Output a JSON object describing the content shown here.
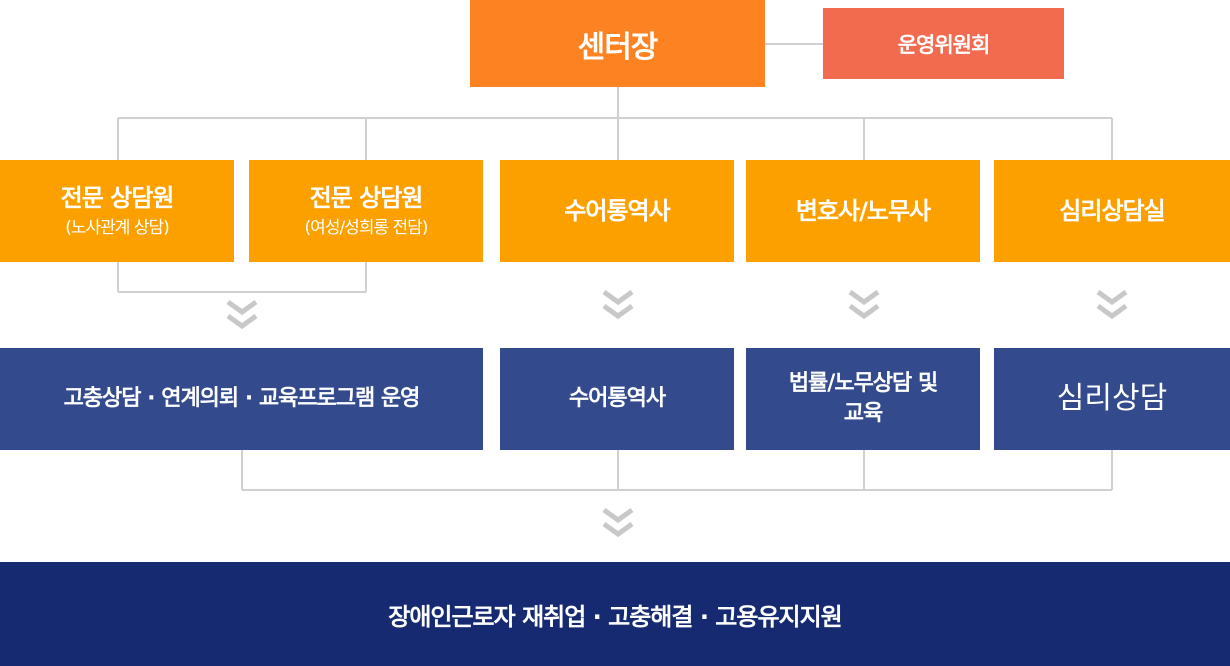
{
  "top": {
    "center_head": "센터장",
    "committee": "운영위원회"
  },
  "staff": [
    {
      "title": "전문 상담원",
      "subtitle": "(노사관계 상담)"
    },
    {
      "title": "전문 상담원",
      "subtitle": "(여성/성희롱 전담)"
    },
    {
      "title": "수어통역사"
    },
    {
      "title": "변호사/노무사"
    },
    {
      "title": "심리상담실"
    }
  ],
  "services": [
    {
      "title": "고충상담 · 연계의뢰 · 교육프로그램 운영"
    },
    {
      "title": "수어통역사"
    },
    {
      "title": "법률/노무상담 및\n교육"
    },
    {
      "title": "심리상담"
    }
  ],
  "goal": "장애인근로자 재취업 · 고충해결 · 고용유지지원",
  "colors": {
    "center_head": "#fd8221",
    "committee": "#f26b4f",
    "staff": "#fca000",
    "services": "#334b8c",
    "goal": "#162a72",
    "connector": "#d0d0d0",
    "chevron": "#c8c8c8"
  }
}
